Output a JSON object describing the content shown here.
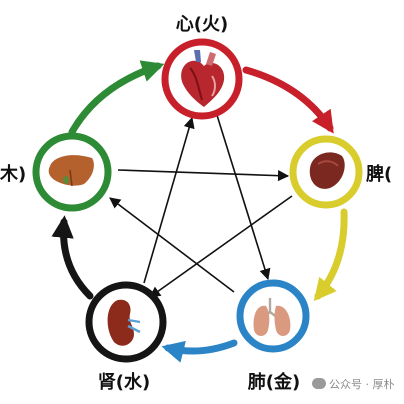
{
  "labels": {
    "heart": "心(火)",
    "spleen": "脾(",
    "lung": "肺(金)",
    "kidney": "肾(水)",
    "liver": "木)"
  },
  "watermark": "公众号 · 厚朴",
  "colors": {
    "fire": "#c8202a",
    "earth": "#d8cd2c",
    "metal": "#2a84c6",
    "water": "#151515",
    "wood": "#2e8b35",
    "arrow": "#111111"
  },
  "organ_icons": {
    "heart": "heart-organ-icon",
    "spleen": "spleen-organ-icon",
    "lung": "lungs-organ-icon",
    "kidney": "kidney-organ-icon",
    "liver": "liver-organ-icon"
  }
}
